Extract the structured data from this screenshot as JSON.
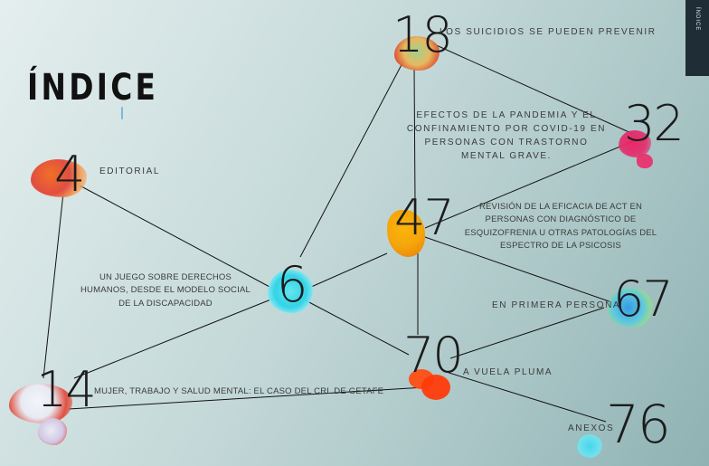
{
  "title": "ÍNDICE",
  "side_tab": "ÍNDICE",
  "entries": [
    {
      "id": "editorial",
      "page": "4",
      "label": "EDITORIAL"
    },
    {
      "id": "pandemia",
      "page": "32",
      "label": "EFECTOS DE LA PANDEMIA Y EL CONFINAMIENTO POR COVID-19 EN PERSONAS CON TRASTORNO MENTAL GRAVE."
    },
    {
      "id": "suicidios",
      "page": "18",
      "label": "LOS SUICIDIOS SE PUEDEN PREVENIR"
    },
    {
      "id": "act",
      "page": "47",
      "label": "REVISIÓN DE LA EFICACIA DE ACT EN PERSONAS CON DIAGNÓSTICO DE  ESQUIZOFRENIA U OTRAS PATOLOGÍAS DEL ESPECTRO DE LA PSICOSIS"
    },
    {
      "id": "juego",
      "page": "6",
      "label": "UN JUEGO SOBRE DERECHOS HUMANOS, DESDE EL MODELO SOCIAL DE LA DISCAPACIDAD"
    },
    {
      "id": "primera",
      "page": "67",
      "label": "EN PRIMERA PERSONA"
    },
    {
      "id": "pluma",
      "page": "70",
      "label": "A VUELA PLUMA"
    },
    {
      "id": "mujer",
      "page": "14",
      "label": "MUJER, TRABAJO Y SALUD MENTAL: EL CASO DEL CRL DE GETAFE"
    },
    {
      "id": "anexos",
      "page": "76",
      "label": "ANEXOS"
    }
  ]
}
